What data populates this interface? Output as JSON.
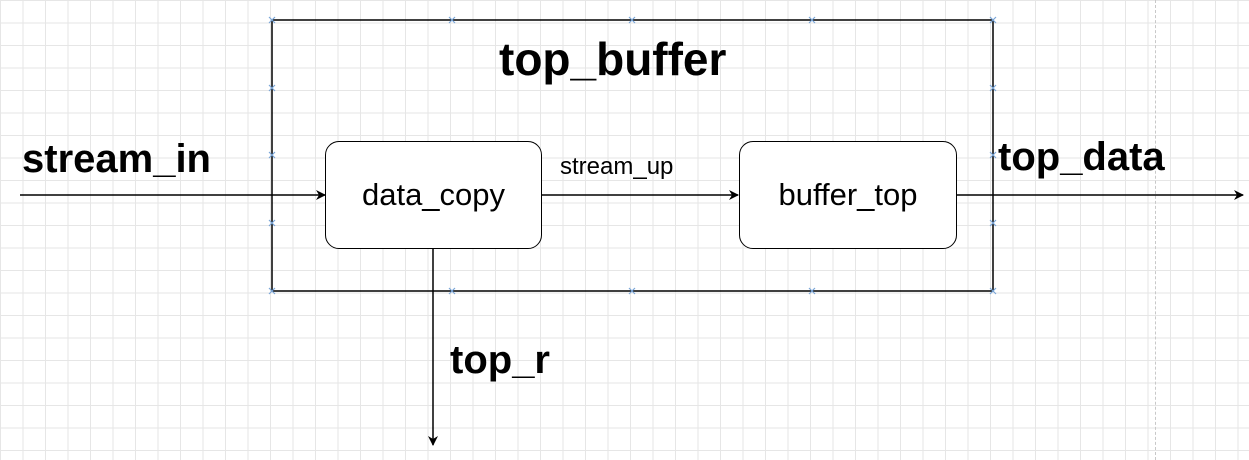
{
  "diagram": {
    "container_title": "top_buffer",
    "blocks": {
      "data_copy": "data_copy",
      "buffer_top": "buffer_top"
    },
    "signals": {
      "stream_in": "stream_in",
      "stream_up": "stream_up",
      "top_data": "top_data",
      "top_r": "top_r"
    }
  }
}
